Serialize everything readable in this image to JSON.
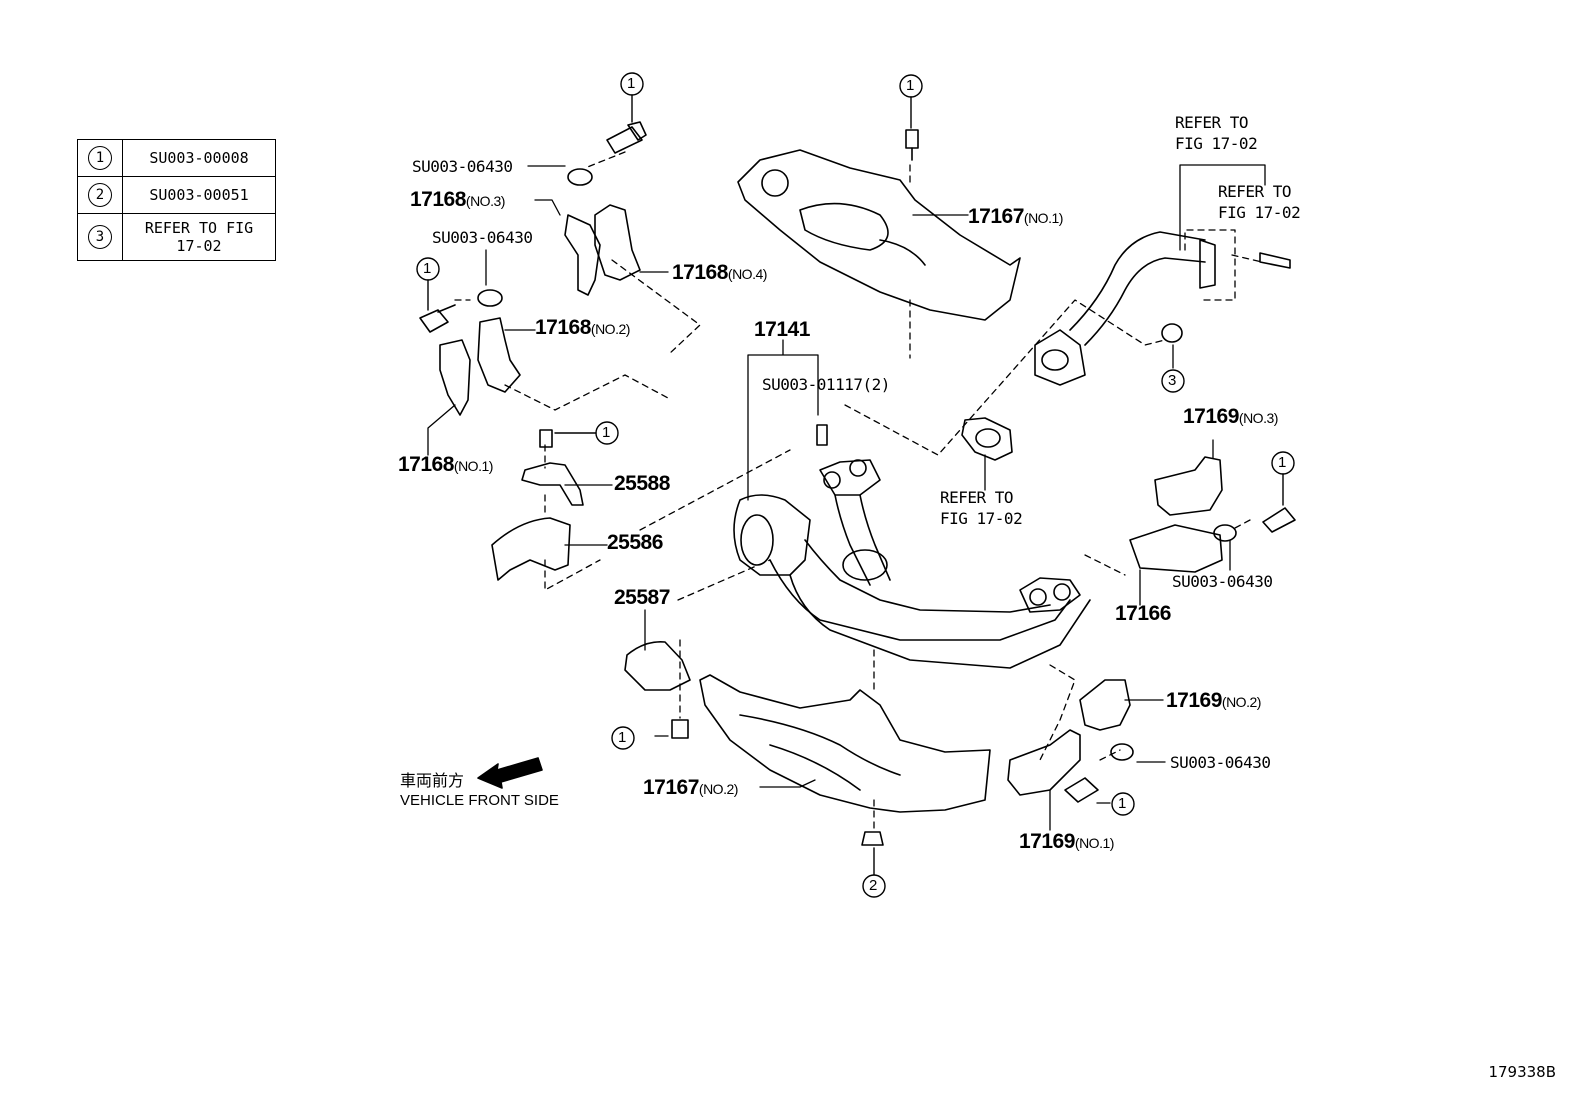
{
  "legend": [
    {
      "num": "1",
      "text": "SU003-00008"
    },
    {
      "num": "2",
      "text": "SU003-00051"
    },
    {
      "num": "3",
      "text": "REFER TO FIG 17-02"
    }
  ],
  "parts": {
    "p17167_no1": {
      "num": "17167",
      "sub": "(NO.1)"
    },
    "p17167_no2": {
      "num": "17167",
      "sub": "(NO.2)"
    },
    "p17168_no1": {
      "num": "17168",
      "sub": "(NO.1)"
    },
    "p17168_no2": {
      "num": "17168",
      "sub": "(NO.2)"
    },
    "p17168_no3": {
      "num": "17168",
      "sub": "(NO.3)"
    },
    "p17168_no4": {
      "num": "17168",
      "sub": "(NO.4)"
    },
    "p17169_no1": {
      "num": "17169",
      "sub": "(NO.1)"
    },
    "p17169_no2": {
      "num": "17169",
      "sub": "(NO.2)"
    },
    "p17169_no3": {
      "num": "17169",
      "sub": "(NO.3)"
    },
    "p17141": "17141",
    "p17166": "17166",
    "p25586": "25586",
    "p25587": "25587",
    "p25588": "25588"
  },
  "codes": {
    "su06430": "SU003-06430",
    "su01117": "SU003-01117(2)"
  },
  "refer": {
    "line1": "REFER TO",
    "line2": "FIG 17-02"
  },
  "callouts": {
    "one": "1",
    "two": "2",
    "three": "3"
  },
  "front": {
    "jp": "車両前方",
    "en": "VEHICLE FRONT SIDE"
  },
  "figure_id": "179338B"
}
